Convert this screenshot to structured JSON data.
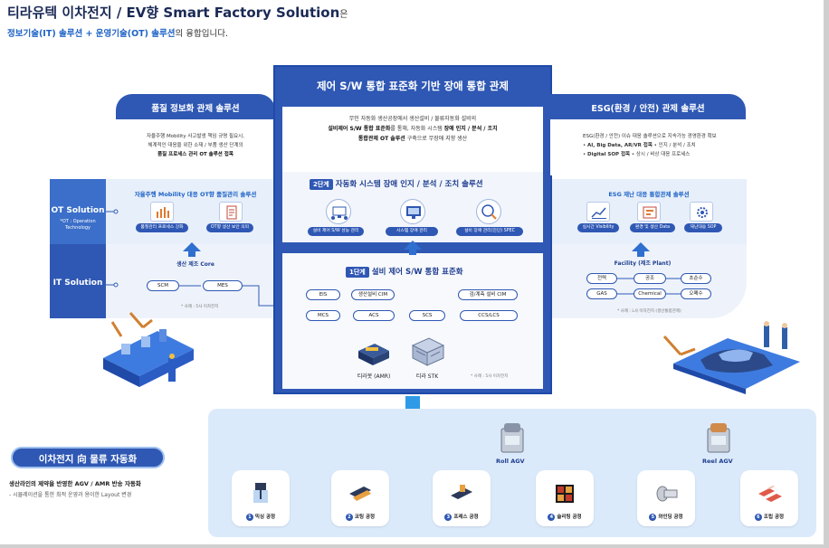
{
  "header": {
    "title_main": "티라유텍 이차전지 / EV향 Smart Factory Solution",
    "title_suffix": "은",
    "sub_it": "정보기술(IT) 솔루션",
    "sub_plus": " + ",
    "sub_ot": "운영기술(OT) 솔루션",
    "sub_rest": "의 융합입니다."
  },
  "side_labels": {
    "ot": "OT Solution",
    "ot_small": "*OT : Operation Technology",
    "it": "IT Solution"
  },
  "left_panel": {
    "head": "품질 정보화 관제 솔루션",
    "desc1": "자율주행 Mobility 사고발생 책임 규명 필요시,",
    "desc2": "체계적인 대응을 위한 소재 / 부품 생산 단계의",
    "desc3": "품질 프로세스 관리 OT 솔루션 접목",
    "ot_title": "자율주행 Mobility 대응 OT향 품질관리 솔루션",
    "ot_pill1": "품질관리 프로세스 강화",
    "ot_pill2": "OT향 생산 보안 의뢰",
    "it_title": "생산 제조 Core",
    "node_scm": "SCM",
    "node_mes": "MES",
    "note": "* 사례 : 5사 이차전지"
  },
  "center_panel": {
    "head": "제어 S/W 통합 표준화 기반 장애 통합 관제",
    "desc1": "무인 자동화 생산공장에서 생산설비 / 물류자동화 설비의",
    "desc2_b": "설비제어 S/W 통합 표준화",
    "desc2_r": "를 통해, 자동화 시스템 ",
    "desc2_b2": "장애 인지 / 분석 / 조치",
    "desc3_b": "통합관제 OT 솔루션",
    "desc3_r": " 구축으로 무장애 지향 생산",
    "step2_badge": "2단계",
    "step2_title": "자동화 시스템 장애 인지 / 분석 / 조치 솔루션",
    "step2_pill1": "설비 제어 S/W 성능 관리",
    "step2_pill2": "시스템 장애 관리",
    "step2_pill3": "설비 장애 관리(진단) SPEC",
    "step1_badge": "1단계",
    "step1_title": "설비 제어 S/W 통합 표준화",
    "node_eis": "EIS",
    "node_cim": "생산설비 CIM",
    "node_mcim": "검/계측 설비 CIM",
    "node_mcs": "MCS",
    "node_acs": "ACS",
    "node_scs": "SCS",
    "node_ccs": "CCS/LCS",
    "amr_label": "티라봇 (AMR)",
    "stk_label": "티라 STK",
    "note": "* 사례 : 5사 이차전지"
  },
  "right_panel": {
    "head": "ESG(환경 / 안전) 관제 솔루션",
    "desc1": "ESG(환경 / 안전) 이슈 대응 솔루션으로 지속가능 경영환경 확보",
    "desc2_b": "AI, Big Data, AR/VR 접목",
    "desc2_r": " • 인지 / 분석 / 조치",
    "desc3_b": "Digital SOP 접목",
    "desc3_r": " • 상시 / 비상 대응 프로세스",
    "ot_title": "ESG 재난 대응 통합관제 솔루션",
    "ot_pill1": "실시간 Visibility",
    "ot_pill2": "환경 및 생산 Data",
    "ot_pill3": "재난대응 SOP",
    "it_title": "Facility (제조 Plant)",
    "fac1": "전력",
    "fac2": "공조",
    "fac3": "초순수",
    "fac4": "GAS",
    "fac5": "Chemical",
    "fac6": "오폐수",
    "note": "* 사례 : L사 이차전지 (생산통합관제)"
  },
  "bottom": {
    "badge": "이차전지 向 물류 자동화",
    "desc1": "생산라인의 제약을 반영한 AGV / AMR 반송 자동화",
    "desc2": "- 시뮬레이션을 통한 최적 운영과 용이한 Layout 변경",
    "roll_agv": "Roll AGV",
    "reel_agv": "Reel AGV",
    "processes": [
      {
        "num": "1",
        "label": "믹싱 공정"
      },
      {
        "num": "2",
        "label": "코팅 공정"
      },
      {
        "num": "3",
        "label": "프레스 공정"
      },
      {
        "num": "4",
        "label": "슬리팅 공정"
      },
      {
        "num": "5",
        "label": "와인딩 공정"
      },
      {
        "num": "6",
        "label": "조립 공정"
      }
    ]
  },
  "colors": {
    "primary": "#2f58b4",
    "accent": "#1f63c6",
    "band": "#e7effa",
    "bottom_area": "#dbeafb"
  }
}
